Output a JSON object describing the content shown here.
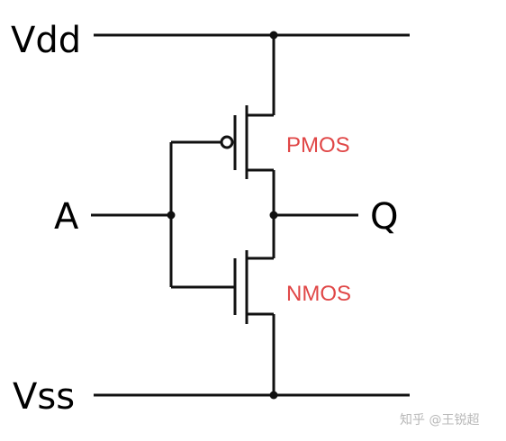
{
  "colors": {
    "wire": "#111111",
    "device_label": "#e04646",
    "watermark": "#b8b8b8"
  },
  "labels": {
    "vdd": "Vdd",
    "vss": "Vss",
    "input": "A",
    "output": "Q",
    "pmos": "PMOS",
    "nmos": "NMOS"
  },
  "watermark": "知乎 @王锐超"
}
